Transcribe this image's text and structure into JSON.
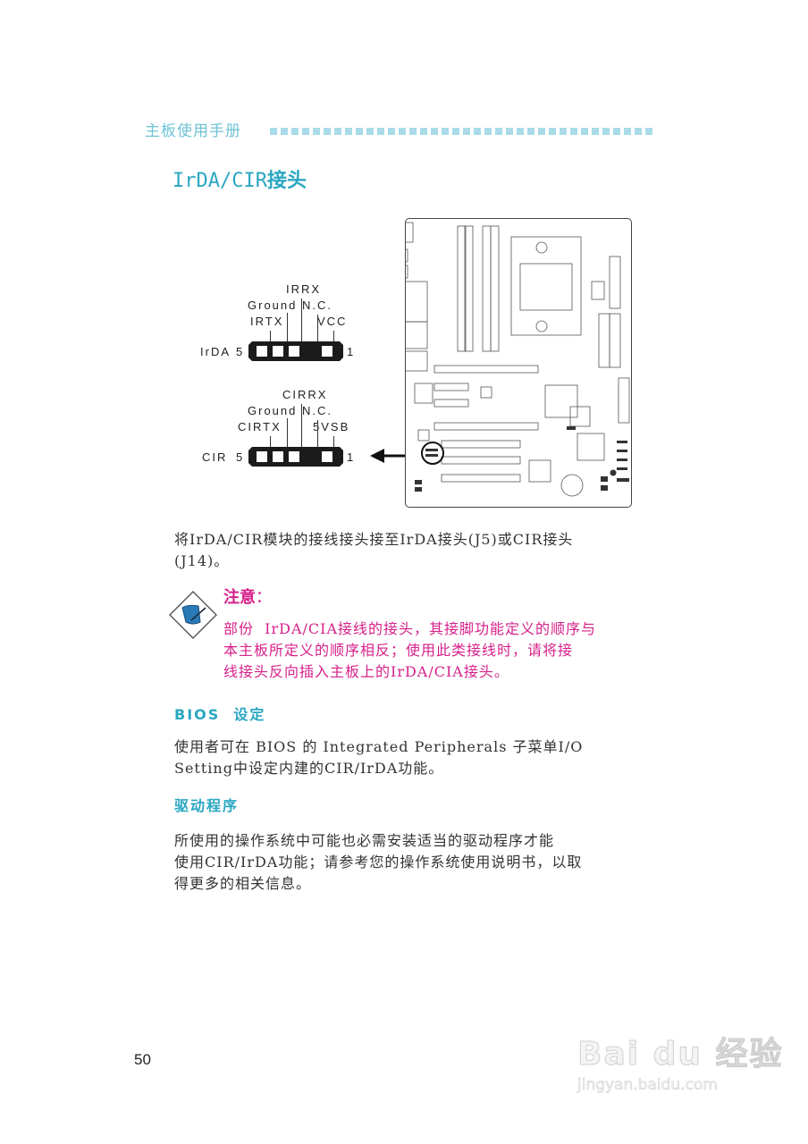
{
  "header": {
    "manual_title": "主板使用手册",
    "dot_count": 36,
    "dot_color": "#a9dbe9"
  },
  "section": {
    "title_latin": "IrDA/CIR",
    "title_cn": "接头",
    "title_color": "#2aa7c2"
  },
  "diagram": {
    "irda": {
      "connector_label": "IrDA",
      "pin_left": "5",
      "pin_right": "1",
      "signals": [
        "IRTX",
        "Ground",
        "IRRX",
        "N.C.",
        "VCC"
      ]
    },
    "cir": {
      "connector_label": "CIR",
      "pin_left": "5",
      "pin_right": "1",
      "signals": [
        "CIRTX",
        "Ground",
        "CIRRX",
        "N.C.",
        "5VSB"
      ]
    }
  },
  "body": {
    "intro_line1": "将IrDA/CIR模块的接线接头接至IrDA接头(J5)或CIR接头",
    "intro_line2": "(J14)。"
  },
  "note": {
    "title": "注意",
    "colon": "：",
    "icon": "note-pen-diamond-icon",
    "color": "#d6218a",
    "lines": [
      "部份  IrDA/CIA接线的接头，其接脚功能定义的顺序与",
      "本主板所定义的顺序相反；使用此类接线时，请将接",
      "线接头反向插入主板上的IrDA/CIA接头。"
    ]
  },
  "bios": {
    "heading": "BIOS  设定",
    "line1": "使用者可在 BIOS 的 Integrated Peripherals 子菜单I/O",
    "line2": "Setting中设定内建的CIR/IrDA功能。"
  },
  "driver": {
    "heading": "驱动程序",
    "line1": "所使用的操作系统中可能也必需安装适当的驱动程序才能",
    "line2": "使用CIR/IrDA功能；请参考您的操作系统使用说明书，以取",
    "line3": "得更多的相关信息。"
  },
  "footer": {
    "page_number": "50",
    "watermark_main": "Bai du 经验",
    "watermark_url": "jingyan.baidu.com"
  }
}
